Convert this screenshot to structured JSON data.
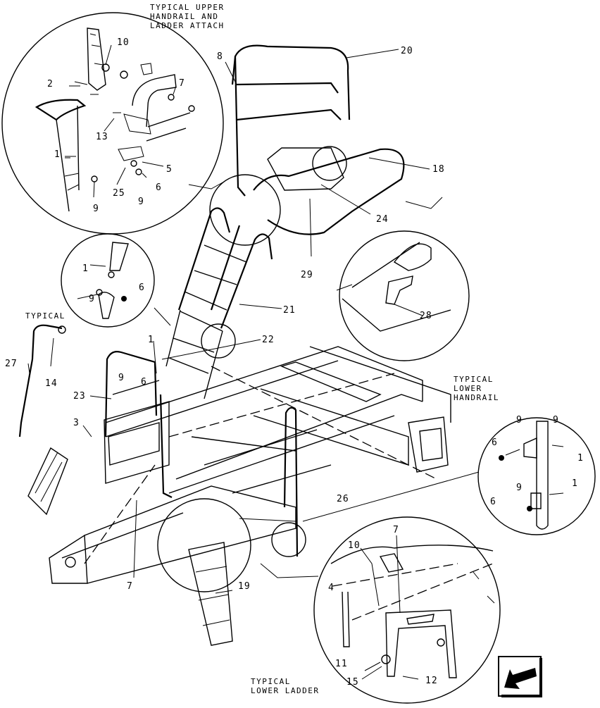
{
  "captions": {
    "upper_attach": [
      "TYPICAL UPPER",
      "HANDRAIL AND",
      "LADDER ATTACH"
    ],
    "typical": "TYPICAL",
    "lower_handrail": [
      "TYPICAL",
      "LOWER",
      "HANDRAIL"
    ],
    "lower_ladder": [
      "TYPICAL",
      "LOWER LADDER"
    ]
  },
  "callouts": {
    "c1a": "1",
    "c2a": "2",
    "c10a": "10",
    "c7a": "7",
    "c13": "13",
    "c5": "5",
    "c25": "25",
    "c6a": "6",
    "c9a": "9",
    "c9b": "9",
    "c8": "8",
    "c20": "20",
    "c18": "18",
    "c24": "24",
    "c29": "29",
    "c1b": "1",
    "c9c": "9",
    "c6b": "6",
    "c21": "21",
    "c28": "28",
    "c27": "27",
    "c14": "14",
    "c22": "22",
    "c1c": "1",
    "c23": "23",
    "c9d": "9",
    "c6c": "6",
    "c3": "3",
    "c7b": "7",
    "c26": "26",
    "c19": "19",
    "c4": "4",
    "c10b": "10",
    "c7c": "7",
    "c11": "11",
    "c15": "15",
    "c12": "12",
    "c9e": "9",
    "c9f": "9",
    "c6d": "6",
    "c1d": "1",
    "c9g": "9",
    "c6e": "6",
    "c1e": "1"
  },
  "icons": {
    "navigation": "back-arrow-icon"
  }
}
